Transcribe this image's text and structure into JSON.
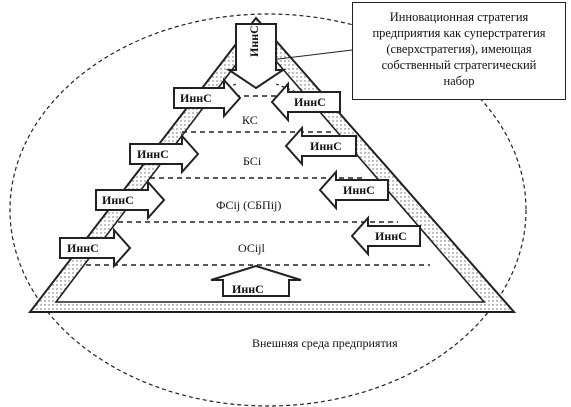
{
  "callout": {
    "lines": [
      "Инновационная стратегия",
      "предприятия как суперстратегия",
      "(сверхстратегия), имеющая",
      "собственный стратегический",
      "набор"
    ]
  },
  "caption": "Внешняя среда предприятия",
  "levels": {
    "ks": "КС",
    "bs": "БСi",
    "fs": "ФСij (СБПij)",
    "os": "ОСijl"
  },
  "arrow_label": "ИннС",
  "colors": {
    "ink": "#222222",
    "fill": "#ffffff"
  }
}
